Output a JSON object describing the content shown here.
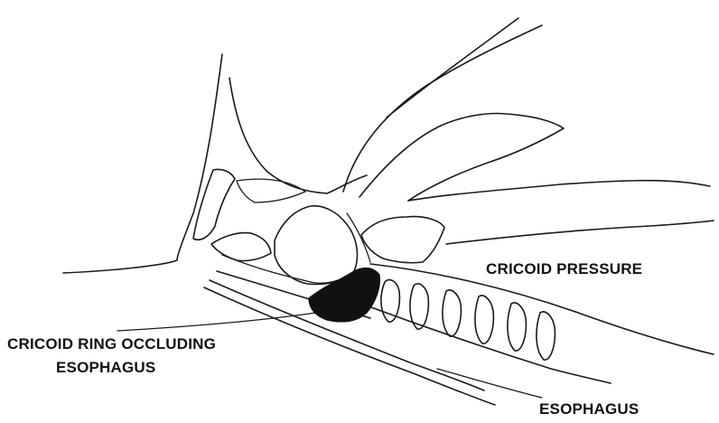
{
  "labels": {
    "cricoid_pressure": "CRICOID PRESSURE",
    "cricoid_ring_line1": "CRICOID RING OCCLUDING",
    "cricoid_ring_line2": "ESOPHAGUS",
    "esophagus": "ESOPHAGUS"
  },
  "colors": {
    "line": "#1a1a1a",
    "occluded_ring_fill": "#111111",
    "background": "#ffffff"
  }
}
